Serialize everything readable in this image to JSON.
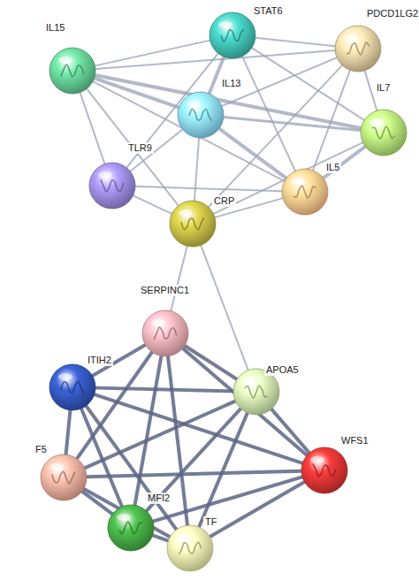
{
  "diagram": {
    "nodes": [
      {
        "text": [
          "STAT6"
        ]
      },
      {
        "text": [
          "PDCD1LG2"
        ]
      },
      {
        "text": [
          "IL15"
        ]
      },
      {
        "text": [
          "IL13"
        ]
      },
      {
        "text": [
          "IL7"
        ]
      },
      {
        "text": [
          "TLR9"
        ]
      },
      {
        "text": [
          "CRP"
        ]
      },
      {
        "text": [
          "IL5"
        ]
      },
      {
        "text": [
          "SERPINC1"
        ]
      },
      {
        "text": [
          "ITIH2"
        ]
      },
      {
        "text": [
          "APOA5"
        ]
      },
      {
        "text": [
          "WFS1"
        ]
      },
      {
        "text": [
          "F5"
        ]
      },
      {
        "text": [
          "MFI2"
        ]
      },
      {
        "text": [
          "TF"
        ]
      }
    ],
    "edges": [
      {
        "from": 2,
        "to": 0,
        "arrow": "none"
      },
      {
        "from": 2,
        "to": 1,
        "arrow": "none"
      },
      {
        "from": 2,
        "to": 3,
        "arrow": "none"
      },
      {
        "from": 2,
        "to": 4,
        "arrow": "none"
      },
      {
        "from": 2,
        "to": 5,
        "arrow": "none"
      },
      {
        "from": 2,
        "to": 6,
        "arrow": "none"
      },
      {
        "from": 2,
        "to": 7,
        "arrow": "none"
      },
      {
        "from": 0,
        "to": 1,
        "arrow": "none"
      },
      {
        "from": 0,
        "to": 3,
        "arrow": "none"
      },
      {
        "from": 0,
        "to": 5,
        "arrow": "none"
      },
      {
        "from": 0,
        "to": 7,
        "arrow": "none"
      },
      {
        "from": 0,
        "to": 4,
        "arrow": "none"
      },
      {
        "from": 1,
        "to": 3,
        "arrow": "none"
      },
      {
        "from": 1,
        "to": 4,
        "arrow": "none"
      },
      {
        "from": 1,
        "to": 7,
        "arrow": "none"
      },
      {
        "from": 1,
        "to": 6,
        "arrow": "none"
      },
      {
        "from": 3,
        "to": 4,
        "arrow": "none"
      },
      {
        "from": 3,
        "to": 7,
        "arrow": "none"
      },
      {
        "from": 3,
        "to": 5,
        "arrow": "none"
      },
      {
        "from": 3,
        "to": 6,
        "arrow": "none"
      },
      {
        "from": 4,
        "to": 7,
        "arrow": "none"
      },
      {
        "from": 4,
        "to": 6,
        "arrow": "none"
      },
      {
        "from": 5,
        "to": 6,
        "arrow": "none"
      },
      {
        "from": 5,
        "to": 7,
        "arrow": "none"
      },
      {
        "from": 6,
        "to": 7,
        "arrow": "none"
      },
      {
        "from": 6,
        "to": 8,
        "arrow": "none"
      },
      {
        "from": 6,
        "to": 10,
        "arrow": "none"
      },
      {
        "from": 8,
        "to": 9,
        "arrow": "none"
      },
      {
        "from": 8,
        "to": 10,
        "arrow": "none"
      },
      {
        "from": 8,
        "to": 11,
        "arrow": "none"
      },
      {
        "from": 8,
        "to": 12,
        "arrow": "none"
      },
      {
        "from": 8,
        "to": 13,
        "arrow": "none"
      },
      {
        "from": 8,
        "to": 14,
        "arrow": "none"
      },
      {
        "from": 9,
        "to": 10,
        "arrow": "none"
      },
      {
        "from": 9,
        "to": 11,
        "arrow": "none"
      },
      {
        "from": 9,
        "to": 12,
        "arrow": "none"
      },
      {
        "from": 9,
        "to": 13,
        "arrow": "none"
      },
      {
        "from": 9,
        "to": 14,
        "arrow": "none"
      },
      {
        "from": 10,
        "to": 11,
        "arrow": "none"
      },
      {
        "from": 10,
        "to": 12,
        "arrow": "none"
      },
      {
        "from": 10,
        "to": 13,
        "arrow": "none"
      },
      {
        "from": 10,
        "to": 14,
        "arrow": "none"
      },
      {
        "from": 11,
        "to": 12,
        "arrow": "none"
      },
      {
        "from": 11,
        "to": 13,
        "arrow": "none"
      },
      {
        "from": 11,
        "to": 14,
        "arrow": "none"
      },
      {
        "from": 12,
        "to": 13,
        "arrow": "none"
      },
      {
        "from": 12,
        "to": 14,
        "arrow": "none"
      },
      {
        "from": 13,
        "to": 14,
        "arrow": "none"
      }
    ]
  }
}
